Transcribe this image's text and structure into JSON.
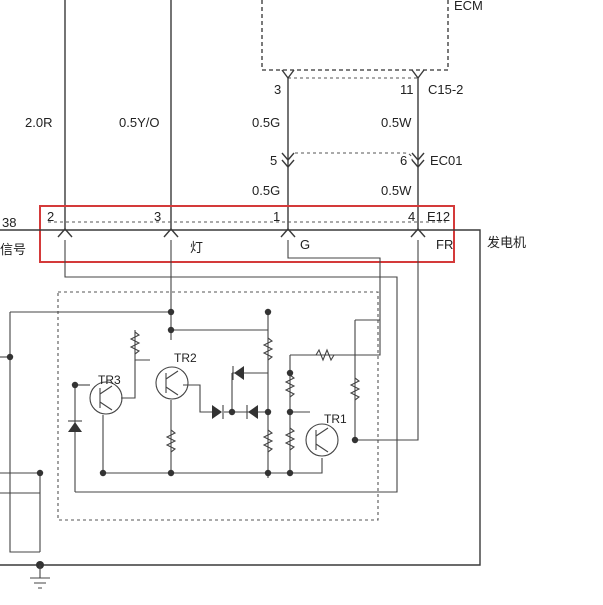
{
  "ecm": {
    "label": "ECM"
  },
  "connectors": {
    "c15": {
      "label": "C15-2",
      "pin_left": "3",
      "pin_right": "11"
    },
    "ec01": {
      "label": "EC01",
      "pin_left": "5",
      "pin_right": "6"
    },
    "e12": {
      "label": "E12",
      "pins": [
        "2",
        "3",
        "1",
        "4"
      ]
    }
  },
  "wires": {
    "w1": "2.0R",
    "w2": "0.5Y/O",
    "w3a": "0.5G",
    "w3b": "0.5G",
    "w4a": "0.5W",
    "w4b": "0.5W"
  },
  "terminals": {
    "lamp": "灯",
    "g": "G",
    "fr": "FR"
  },
  "generator": {
    "label": "发电机"
  },
  "left_edge": {
    "num": "38",
    "text": "信号"
  },
  "transistors": {
    "tr1": "TR1",
    "tr2": "TR2",
    "tr3": "TR3"
  }
}
